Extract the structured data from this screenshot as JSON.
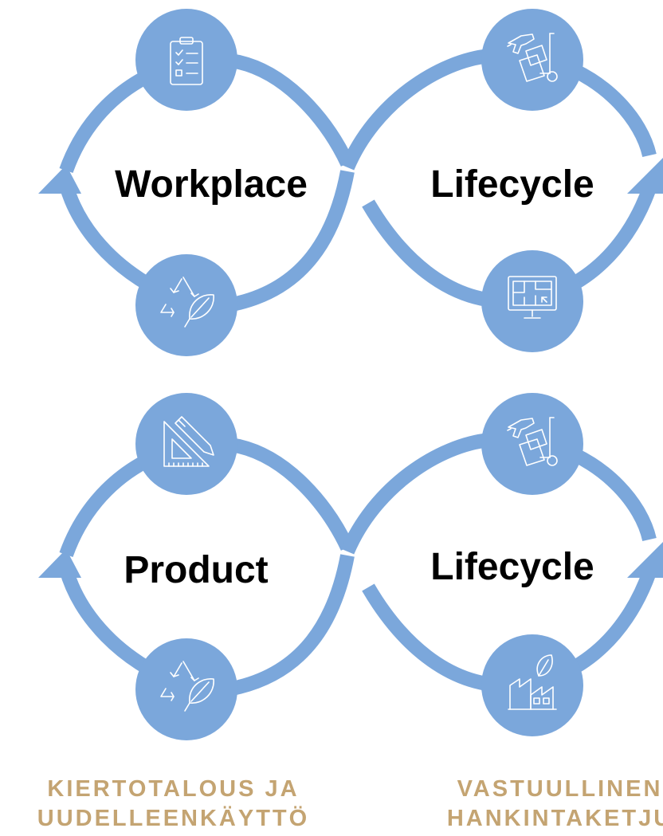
{
  "colors": {
    "loop": "#7ba7db",
    "icon_line": "#ffffff",
    "label": "#000000",
    "caption": "#c4a472",
    "background": "#ffffff"
  },
  "top_loop": {
    "left_label": "Workplace",
    "right_label": "Lifecycle",
    "icons": [
      "clipboard-checklist-icon",
      "tools-hand-truck-icon",
      "recycle-leaf-icon",
      "floor-plan-monitor-icon"
    ]
  },
  "bottom_loop": {
    "left_label": "Product",
    "right_label": "Lifecycle",
    "icons": [
      "set-square-pencil-icon",
      "tools-hand-truck-icon",
      "recycle-leaf-icon",
      "factory-leaf-icon"
    ]
  },
  "captions": {
    "left": [
      "KIERTOTALOUS JA",
      "UUDELLEENKÄYTTÖ"
    ],
    "right": [
      "VASTUULLINEN",
      "HANKINTAKETJU"
    ]
  }
}
